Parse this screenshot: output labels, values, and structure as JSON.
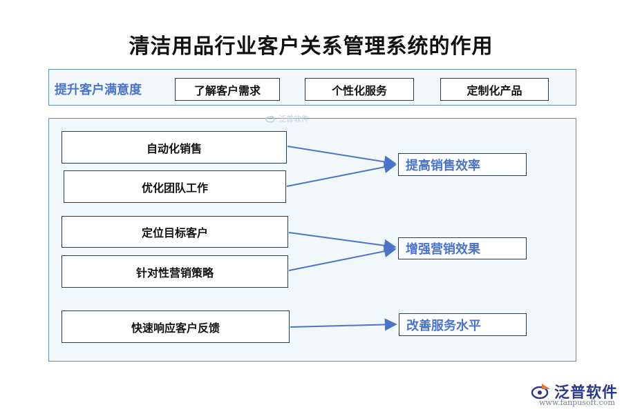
{
  "title": "清洁用品行业客户关系管理系统的作用",
  "top_section": {
    "label": "提升客户满意度",
    "items": [
      "了解客户需求",
      "个性化服务",
      "定制化产品"
    ]
  },
  "groups": [
    {
      "sources": [
        "自动化销售",
        "优化团队工作"
      ],
      "target": "提高销售效率"
    },
    {
      "sources": [
        "定位目标客户",
        "针对性营销策略"
      ],
      "target": "增强营销效果"
    },
    {
      "sources": [
        "快速响应客户反馈"
      ],
      "target": "改善服务水平"
    }
  ],
  "watermark": {
    "top": "泛普软件"
  },
  "logo": {
    "name": "泛普软件",
    "url": "www.fanpusoft.com",
    "icon": "fanpu-logo-icon"
  },
  "colors": {
    "accent_text": "#4a74c9",
    "arrow": "#4a74c9",
    "panel_bg": "#f1f7fb",
    "panel_border": "#5e8fa6"
  }
}
